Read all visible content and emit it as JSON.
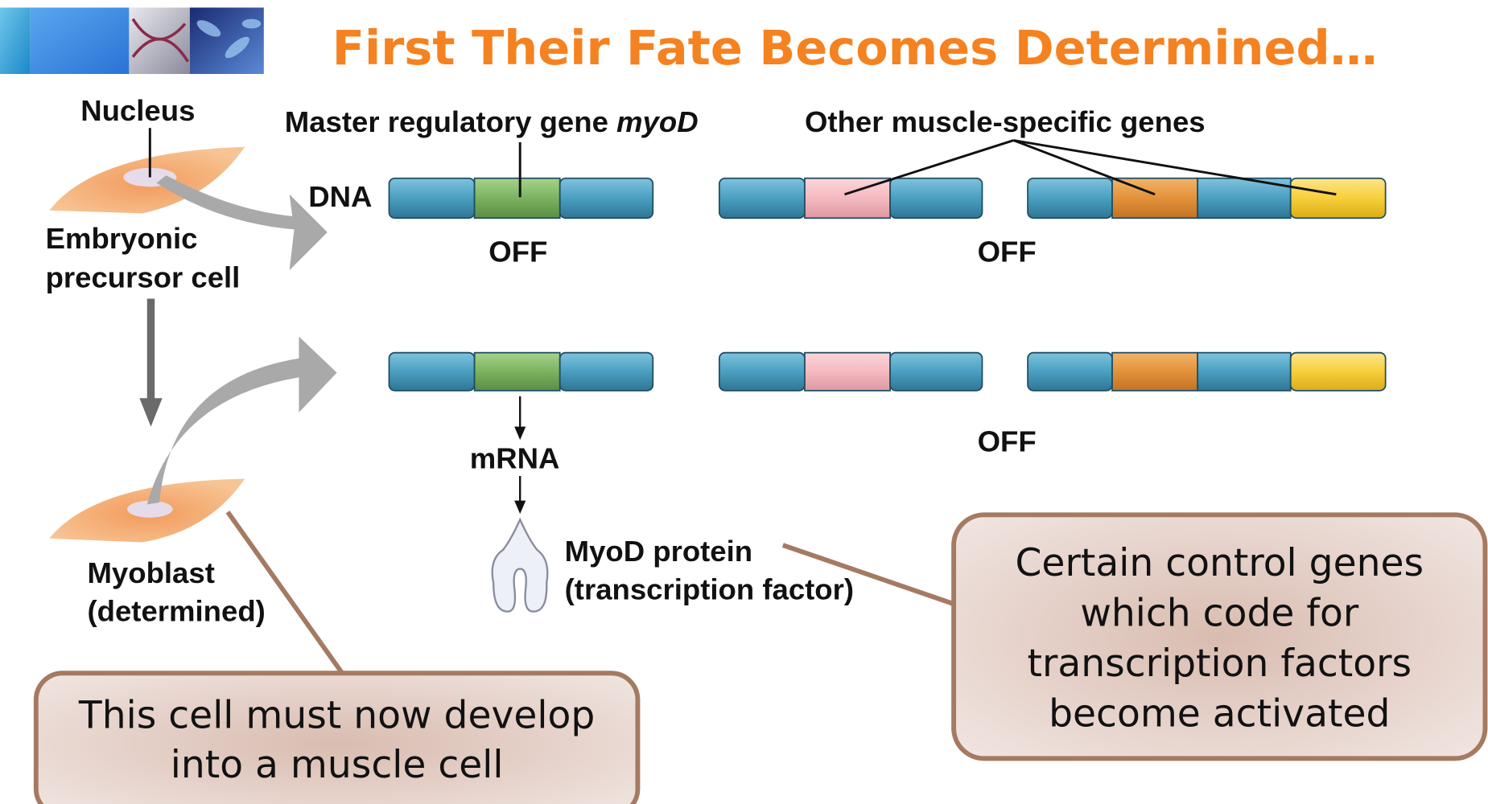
{
  "title": "First Their Fate Becomes Determined…",
  "labels": {
    "nucleus": "Nucleus",
    "embryonic_line1": "Embryonic",
    "embryonic_line2": "precursor cell",
    "master_gene_prefix": "Master regulatory gene ",
    "master_gene_name": "myoD",
    "other_genes": "Other muscle-specific genes",
    "dna": "DNA",
    "off_1": "OFF",
    "off_2": "OFF",
    "off_3": "OFF",
    "mrna": "mRNA",
    "protein_line1": "MyoD protein",
    "protein_line2": "(transcription factor)",
    "myoblast_line1": "Myoblast",
    "myoblast_line2": "(determined)"
  },
  "callouts": {
    "left": [
      "This cell must now develop",
      "into a muscle cell"
    ],
    "right": [
      "Certain control genes",
      "which code for",
      "transcription factors",
      "become activated"
    ]
  },
  "colors": {
    "title": "#f58220",
    "dna_blue": "#4a9fc0",
    "myod_green": "#7cb260",
    "gene_pink": "#f4b9c0",
    "gene_orange": "#e3923a",
    "gene_yellow": "#f7cf3a",
    "cell": "#f4b27a",
    "callout_border": "#a57a62",
    "callout_fill": "#e6d4cc"
  }
}
